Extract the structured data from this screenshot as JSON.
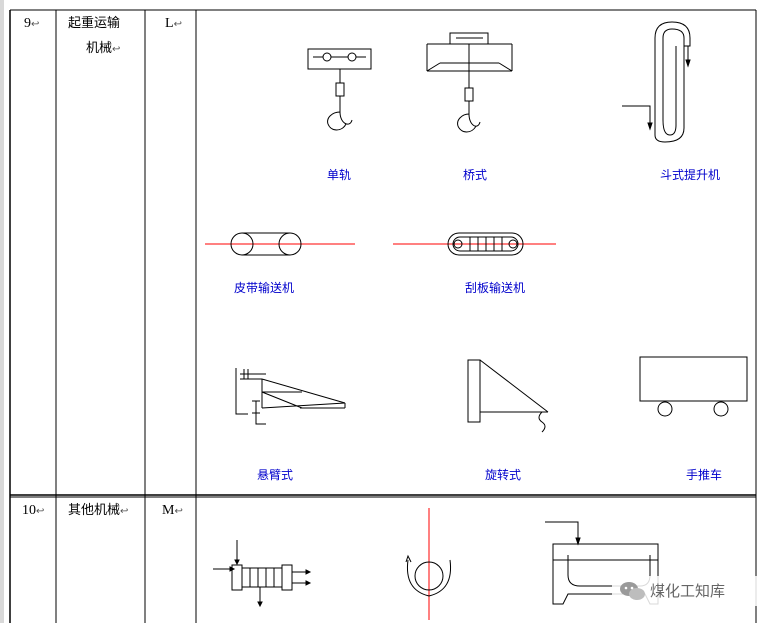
{
  "rows": [
    {
      "number": "9",
      "category_line1": "起重运输",
      "category_line2": "机械",
      "code": "L",
      "symbols": [
        {
          "label": "单轨"
        },
        {
          "label": "桥式"
        },
        {
          "label": "斗式提升机"
        },
        {
          "label": "皮带输送机"
        },
        {
          "label": "刮板输送机"
        },
        {
          "label": "悬臂式"
        },
        {
          "label": "旋转式"
        },
        {
          "label": "手推车"
        }
      ]
    },
    {
      "number": "10",
      "category_line1": "其他机械",
      "code": "M"
    }
  ],
  "cell_mark": "↩",
  "watermark": {
    "text": "煤化工知库"
  },
  "colors": {
    "grid": "#000000",
    "label": "#0000cc",
    "centerline": "#ff0000"
  }
}
